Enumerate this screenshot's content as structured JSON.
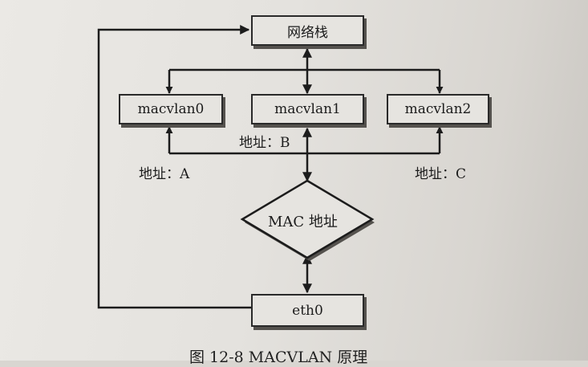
{
  "nodes": {
    "net_stack": "网络栈",
    "macvlan0": "macvlan0",
    "macvlan1": "macvlan1",
    "macvlan2": "macvlan2",
    "mac_addr": "MAC 地址",
    "eth0": "eth0"
  },
  "labels": {
    "addr_a": "地址：A",
    "addr_b": "地址：B",
    "addr_c": "地址：C"
  },
  "caption": "图 12-8   MACVLAN 原理"
}
